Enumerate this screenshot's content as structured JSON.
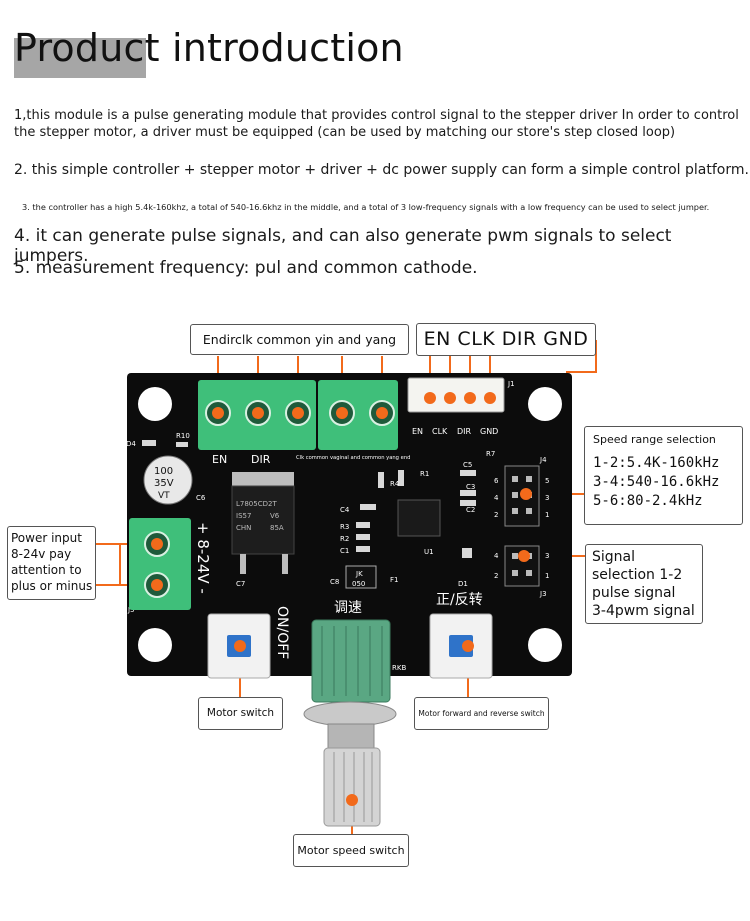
{
  "heading": "Product introduction",
  "paragraphs": {
    "p1": "1,this module is a pulse generating module that provides control signal to the stepper driver   In order to control the stepper motor, a driver must be equipped (can be used by matching our store's step closed loop)",
    "p2": "2. this simple controller + stepper motor + driver + dc power supply can form a simple control platform.",
    "p3": "3. the controller has a high 5.4k-160khz, a total of 540-16.6khz in the middle, and a total of 3 low-frequency signals with a low frequency can be used to select jumper.",
    "p4": "4. it can generate pulse signals, and can also generate pwm signals to select jumpers.",
    "p5": "5. measurement frequency: pul and common cathode."
  },
  "callouts": {
    "top_terminal": "Endirclk common yin and yang",
    "pins": "EN CLK DIR GND",
    "speed_heading": "Speed range selection",
    "speed_lines": [
      "1-2:5.4K-160kHz",
      "3-4:540-16.6kHz",
      "5-6:80-2.4kHz"
    ],
    "power": "Power input\n8-24v pay\nattention to\nplus or minus",
    "signal": "Signal\nselection 1-2\npulse signal\n3-4pwm signal",
    "motor_switch": "Motor switch",
    "forward_reverse": "Motor forward and reverse switch",
    "motor_speed": "Motor speed switch"
  },
  "board": {
    "terminal_labels": [
      "EN",
      "DIR"
    ],
    "common_label": "Clk common vaginal and common yang end",
    "connector_labels": [
      "EN",
      "CLK",
      "DIR",
      "GND"
    ],
    "connector_id": "J1",
    "capacitor_text": [
      "100",
      "35V",
      "VT"
    ],
    "cap_label": "C6",
    "regulator_text": [
      "L7805CD2T",
      "IS57",
      "CHN",
      "V6",
      "85A"
    ],
    "voltage_label": "+ 8-24V -",
    "onoff_label": "ON/OFF",
    "speed_label": "调速",
    "direction_label": "正/反转",
    "jk_label": "JK",
    "jk_value": "050",
    "component_labels": [
      "D4",
      "R10",
      "R7",
      "C5",
      "C3",
      "C2",
      "R1",
      "R4",
      "C4",
      "R3",
      "R2",
      "C1",
      "U1",
      "D1",
      "F1",
      "C8",
      "C7",
      "J5",
      "J4",
      "J3",
      "RKB"
    ],
    "jumper_j4_numbers": [
      "6",
      "4",
      "2",
      "5",
      "3",
      "1"
    ],
    "jumper_j3_numbers": [
      "4",
      "2",
      "3",
      "1"
    ],
    "colors": {
      "pcb": "#0c0c0c",
      "terminal": "#3fbf7a",
      "knob": "#5aa783",
      "marker": "#f26a1b",
      "button": "#2f73c9"
    }
  }
}
